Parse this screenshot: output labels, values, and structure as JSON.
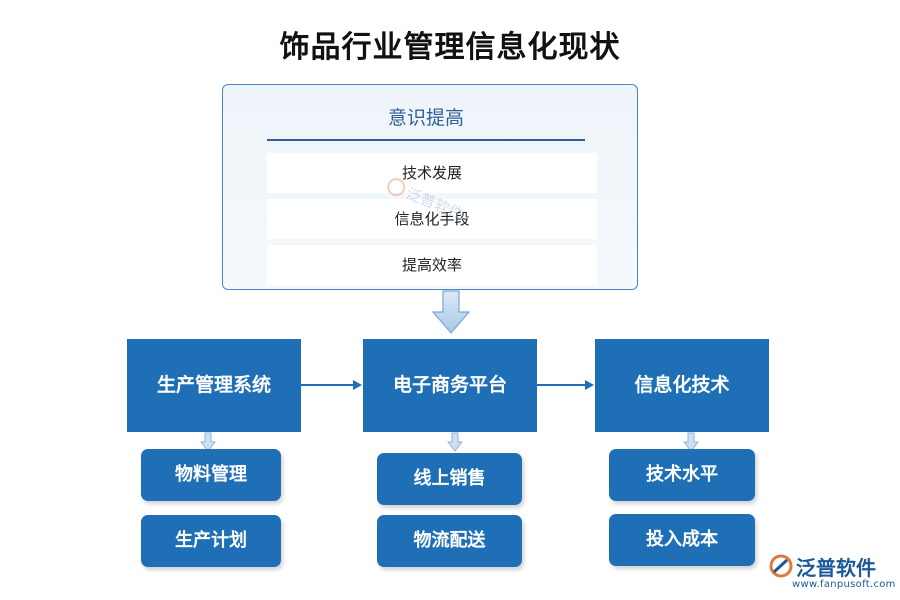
{
  "title": "饰品行业管理信息化现状",
  "panel": {
    "heading": "意识提高",
    "rows": [
      "技术发展",
      "信息化手段",
      "提高效率"
    ]
  },
  "watermark": "泛普软件",
  "boxes": [
    {
      "label": "生产管理系统",
      "subs": [
        "物料管理",
        "生产计划"
      ]
    },
    {
      "label": "电子商务平台",
      "subs": [
        "线上销售",
        "物流配送"
      ]
    },
    {
      "label": "信息化技术",
      "subs": [
        "技术水平",
        "投入成本"
      ]
    }
  ],
  "logo": {
    "name": "泛普软件",
    "url": "www.fanpusoft.com"
  },
  "colors": {
    "box": "#1f6fb7",
    "panel_border": "#4a86c5",
    "heading": "#2f5f98"
  }
}
